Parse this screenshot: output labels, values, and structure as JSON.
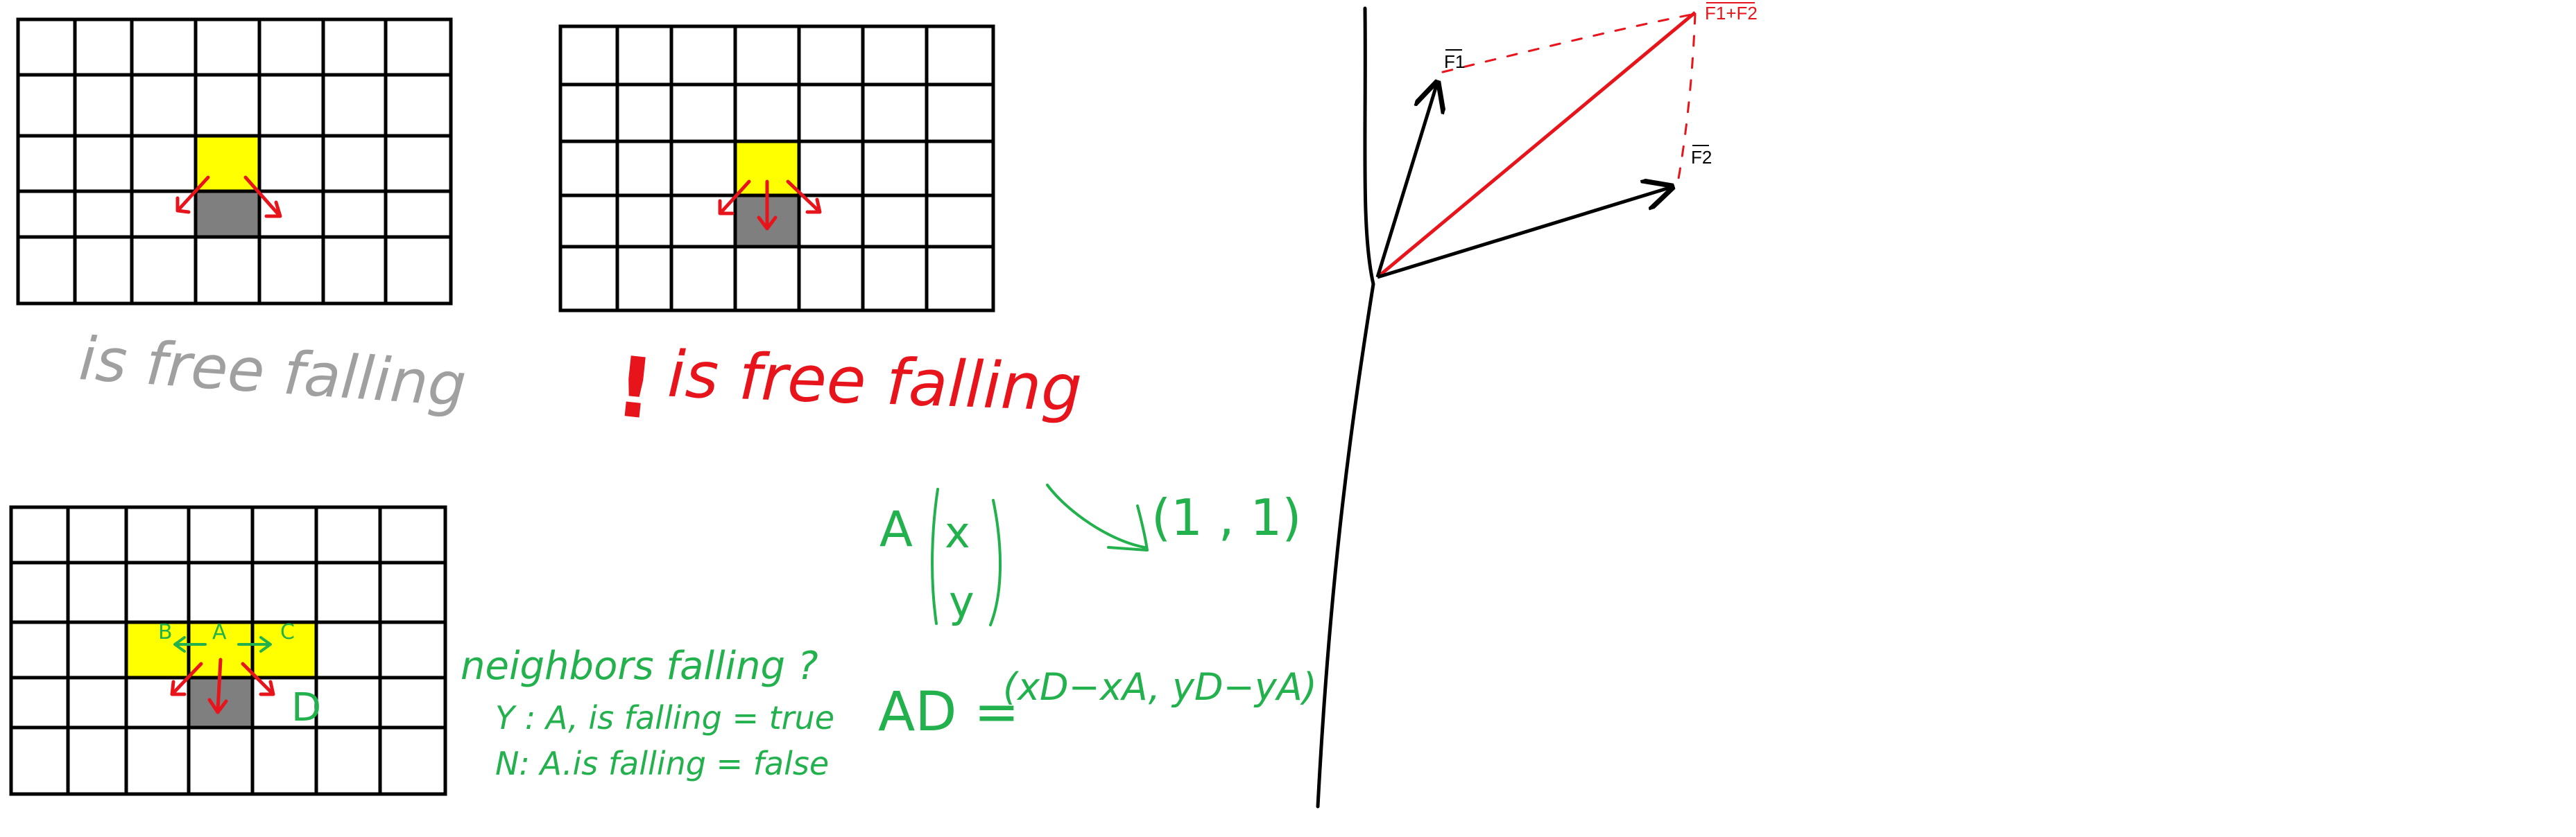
{
  "colors": {
    "grid": "#000000",
    "yellow_cell": "#ffff00",
    "gray_cell": "#7f7f7f",
    "red": "#e8141c",
    "green": "#22b14c",
    "gray_text": "#a0a0a0",
    "black": "#000000"
  },
  "panels": {
    "grid1": {
      "caption": "is free falling"
    },
    "grid2": {
      "mark": "!",
      "caption": "is free falling"
    },
    "grid3": {
      "cell_b": "B",
      "cell_a": "A",
      "cell_c": "C",
      "cell_d": "D"
    }
  },
  "notes": {
    "neighbors": {
      "question": "neighbors falling ?",
      "yes_line": "Y : A, is falling = true",
      "no_line": "N: A.is falling = false"
    },
    "vector_a": {
      "name": "A",
      "x": "x",
      "y": "y",
      "arrow_result": "(1 , 1)"
    },
    "vector_ad": {
      "lhs": "AD =",
      "rhs": "(xD−xA, yD−yA)"
    }
  },
  "vectors": {
    "f1": "F1",
    "f2": "F2",
    "sum": "F1+F2"
  },
  "icons": [
    "arrow-down-left-icon",
    "arrow-down-icon",
    "arrow-down-right-icon",
    "arrow-left-icon",
    "arrow-right-icon",
    "exclamation-icon"
  ]
}
